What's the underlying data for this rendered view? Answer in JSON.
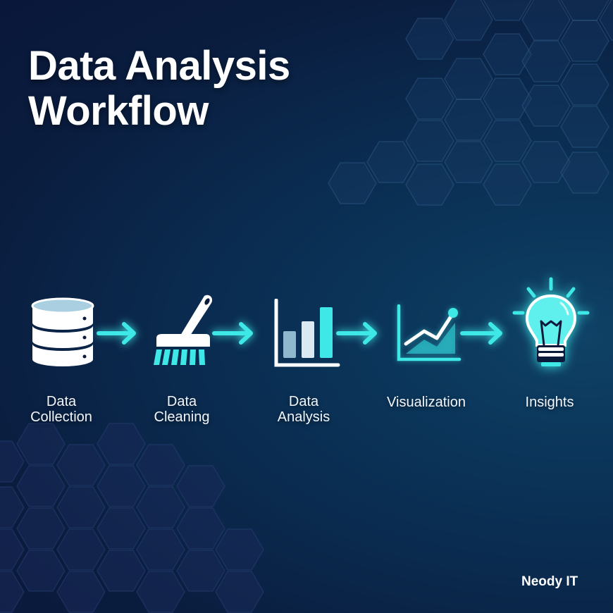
{
  "header": {
    "title_line1": "Data Analysis",
    "title_line2": "Workflow"
  },
  "workflow": {
    "steps": [
      {
        "icon": "database-icon",
        "label_line1": "Data",
        "label_line2": "Collection"
      },
      {
        "icon": "brush-icon",
        "label_line1": "Data",
        "label_line2": "Cleaning"
      },
      {
        "icon": "bar-chart-icon",
        "label_line1": "Data",
        "label_line2": "Analysis"
      },
      {
        "icon": "line-area-chart-icon",
        "label_line1": "Visualization",
        "label_line2": ""
      },
      {
        "icon": "lightbulb-icon",
        "label_line1": "Insights",
        "label_line2": ""
      }
    ],
    "connector_icon": "arrow-right-icon"
  },
  "footer": {
    "brand": "Neody IT"
  },
  "colors": {
    "accent": "#3ee8e6",
    "background_dark": "#09173a",
    "background_light": "#0f4266",
    "text": "#ffffff"
  }
}
